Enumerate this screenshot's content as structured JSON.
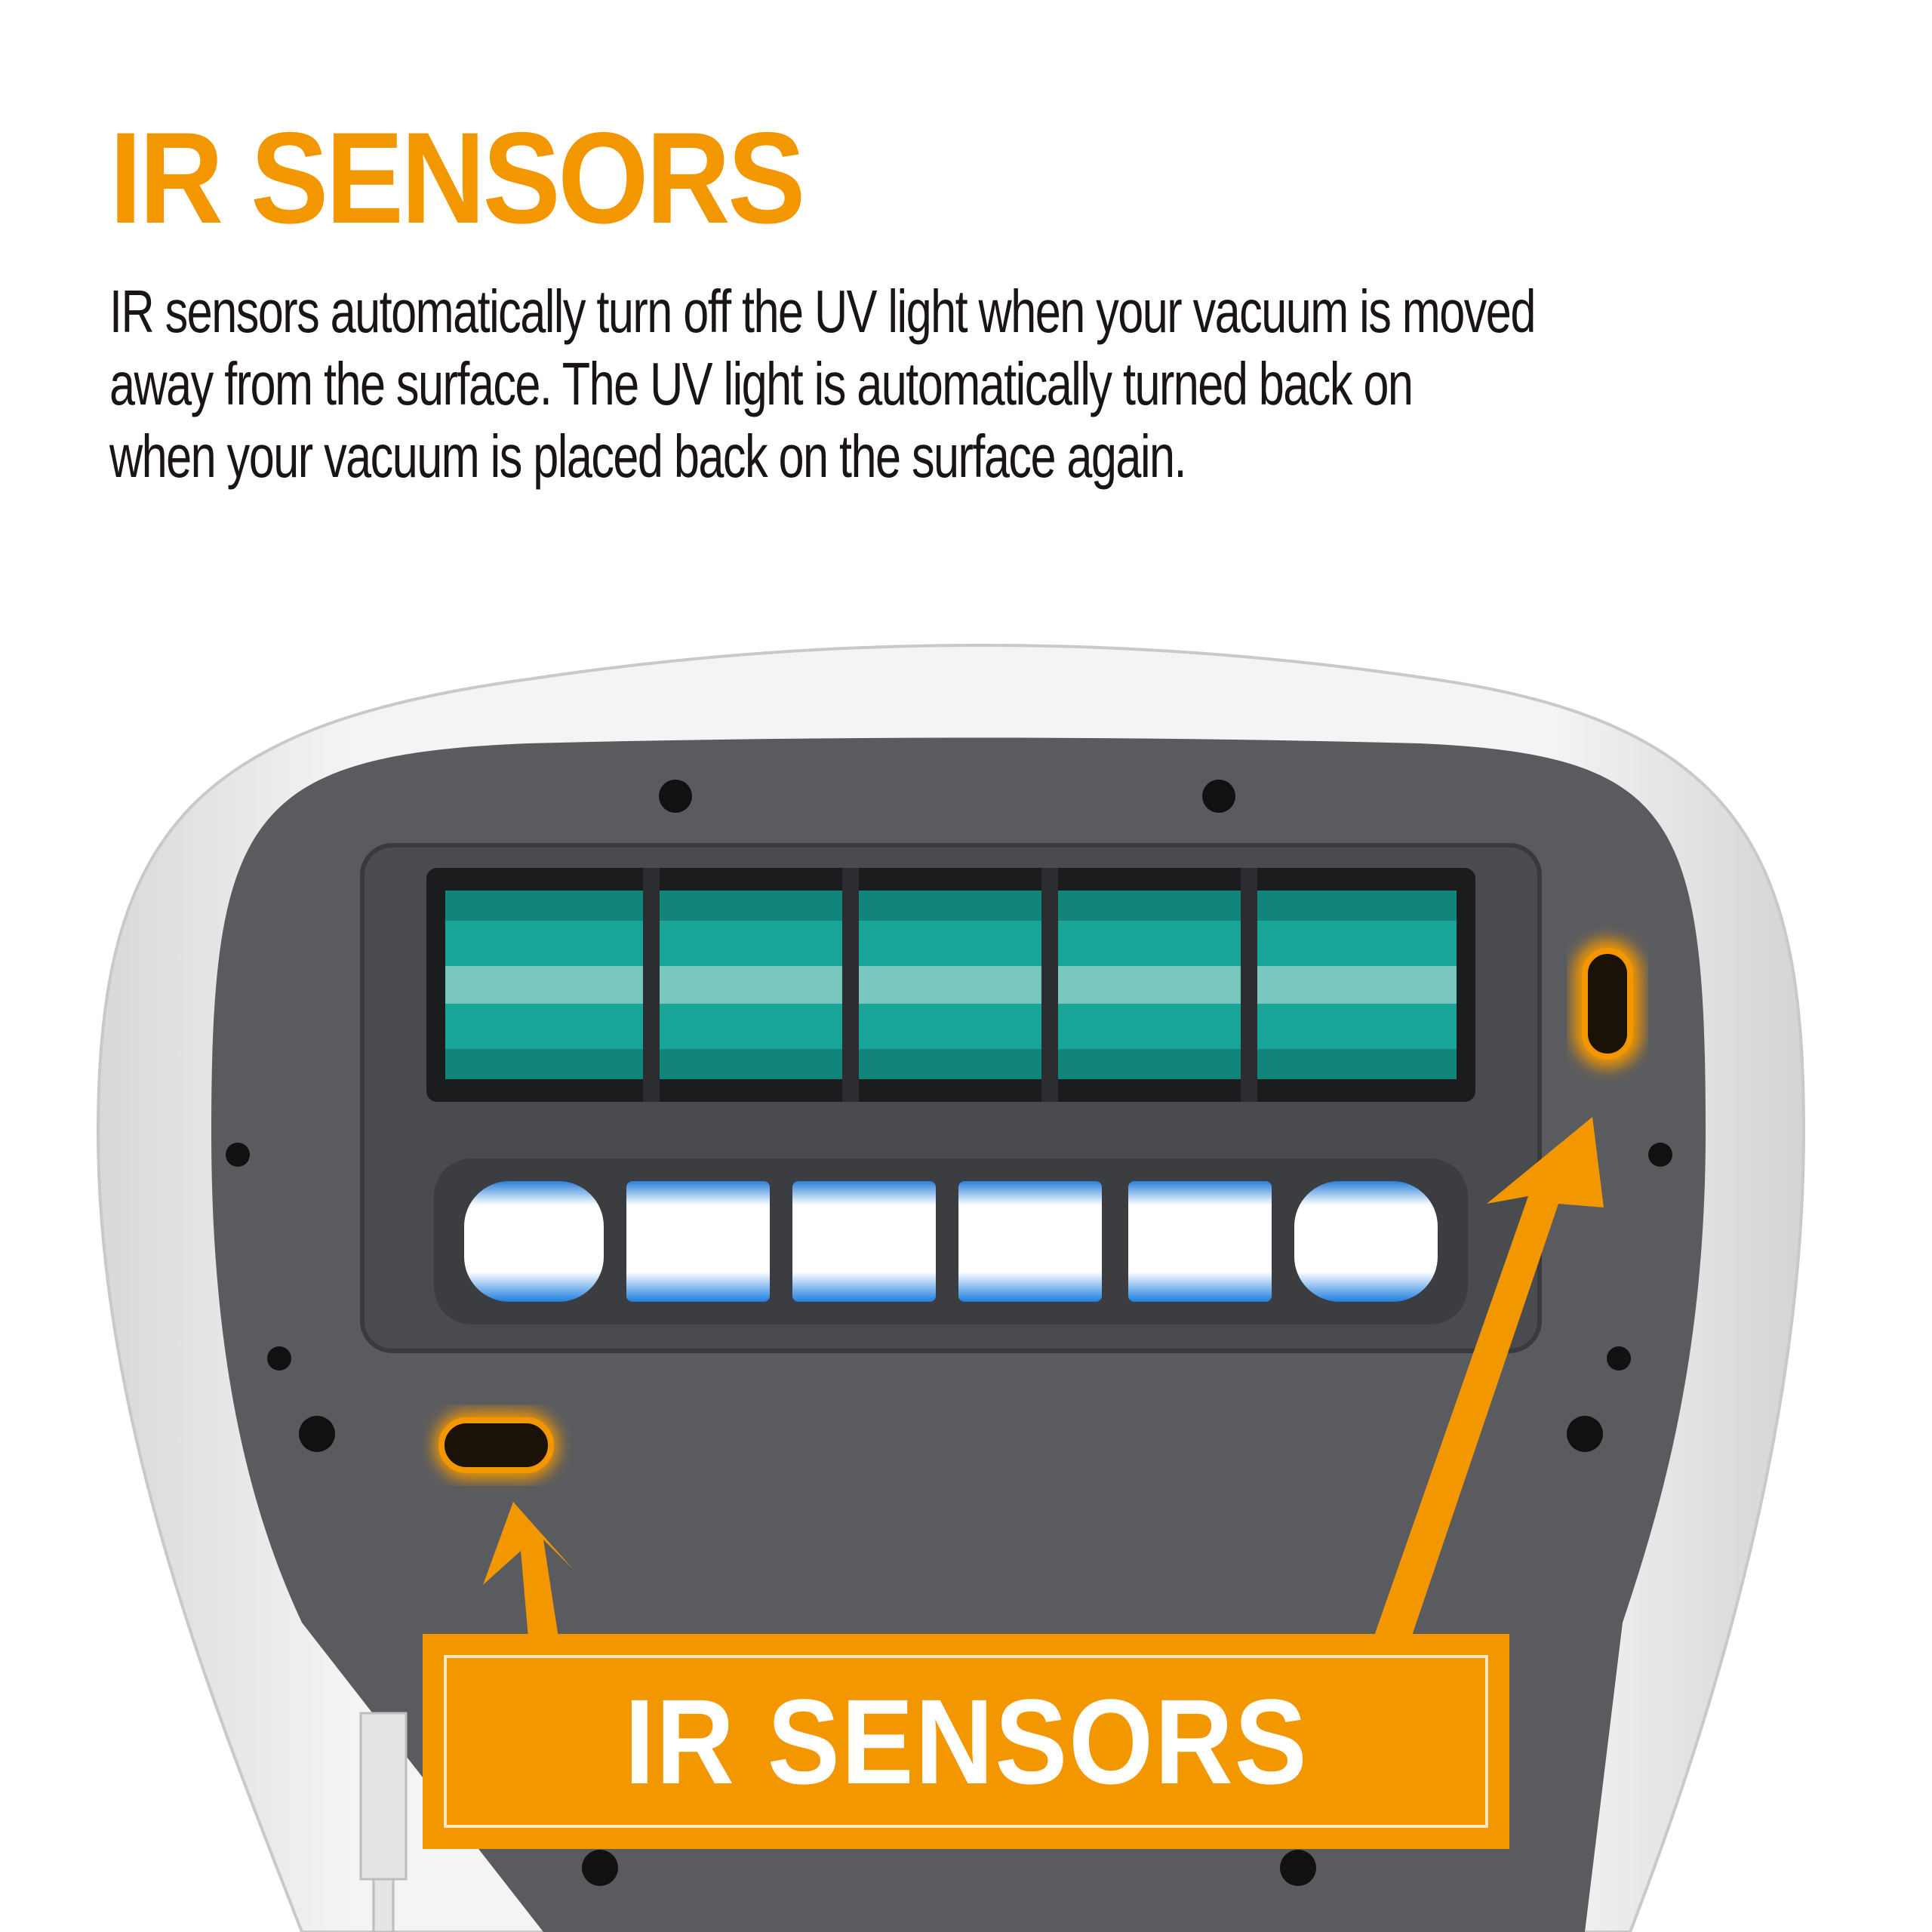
{
  "header": {
    "title": "IR SENSORS",
    "description_lines": [
      "IR sensors automatically turn off the UV light when your vacuum is moved",
      "away from the surface. The UV light is automatically turned back on",
      "when your vacuum is placed back on the surface again."
    ]
  },
  "callout": {
    "label": "IR SENSORS"
  },
  "colors": {
    "accent": "#F29700",
    "text": "#1a1416",
    "panel": "#55565a",
    "brush": "#1fb3a3",
    "uv": "#3aa8ff"
  }
}
